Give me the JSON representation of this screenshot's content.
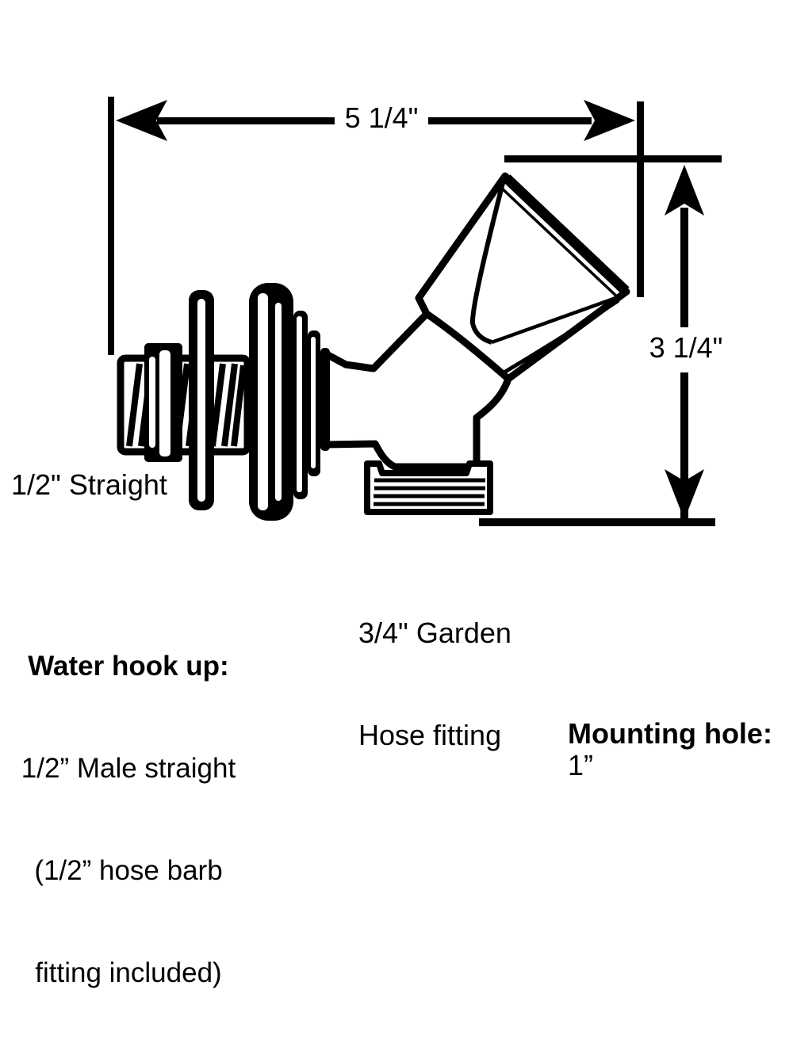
{
  "dimensions": {
    "width_label": "5 1/4\"",
    "height_label": "3 1/4\""
  },
  "labels": {
    "inlet": "1/2\" Straight",
    "outlet_line1": "3/4\" Garden",
    "outlet_line2": "Hose fitting"
  },
  "note": {
    "title": "Water hook up:",
    "line1": "1/2” Male straight",
    "line2": "(1/2” hose barb",
    "line3": "fitting included)"
  },
  "mounting": {
    "label": "Mounting hole:",
    "value": "1”"
  },
  "colors": {
    "ink": "#000000",
    "background": "#ffffff"
  }
}
